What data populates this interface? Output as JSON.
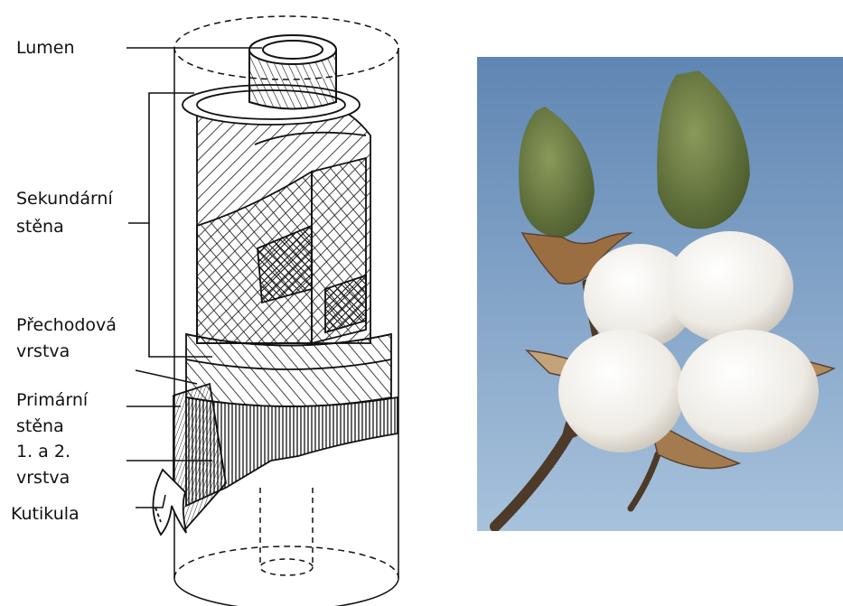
{
  "labels": {
    "lumen": "Lumen",
    "secondary_wall_1": "Sekundární",
    "secondary_wall_2": "stěna",
    "transition_layer_1": "Přechodová",
    "transition_layer_2": "vrstva",
    "primary_wall_1": "Primární",
    "primary_wall_2": "stěna",
    "primary_wall_3": "1. a 2.",
    "primary_wall_4": "vrstva",
    "cuticle": "Kutikula"
  },
  "photo": {
    "subject": "cotton boll",
    "colors": {
      "sky": "#7fa3c8",
      "boll": "#6e7f45",
      "fiber": "#f2f0ea",
      "stem": "#5b4330"
    }
  }
}
